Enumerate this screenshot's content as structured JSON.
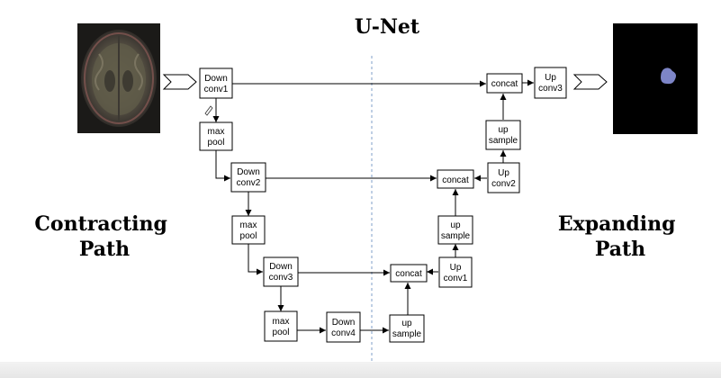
{
  "diagram": {
    "title": "U-Net",
    "left_label": [
      "Contracting",
      "Path"
    ],
    "right_label": [
      "Expanding",
      "Path"
    ],
    "boxes": {
      "down_conv1": [
        "Down",
        "conv1"
      ],
      "max_pool1": [
        "max",
        "pool"
      ],
      "down_conv2": [
        "Down",
        "conv2"
      ],
      "max_pool2": [
        "max",
        "pool"
      ],
      "down_conv3": [
        "Down",
        "conv3"
      ],
      "max_pool3": [
        "max",
        "pool"
      ],
      "down_conv4": [
        "Down",
        "conv4"
      ],
      "up_sample3": [
        "up",
        "sample"
      ],
      "concat3": [
        "concat"
      ],
      "up_conv1": [
        "Up",
        "conv1"
      ],
      "up_sample2": [
        "up",
        "sample"
      ],
      "concat2": [
        "concat"
      ],
      "up_conv2": [
        "Up",
        "conv2"
      ],
      "up_sample1": [
        "up",
        "sample"
      ],
      "concat1": [
        "concat"
      ],
      "up_conv3": [
        "Up",
        "conv3"
      ]
    },
    "colors": {
      "mask_blob": "#7d85c7",
      "mask_background": "#000000",
      "divider": "#7f9fc9"
    }
  }
}
